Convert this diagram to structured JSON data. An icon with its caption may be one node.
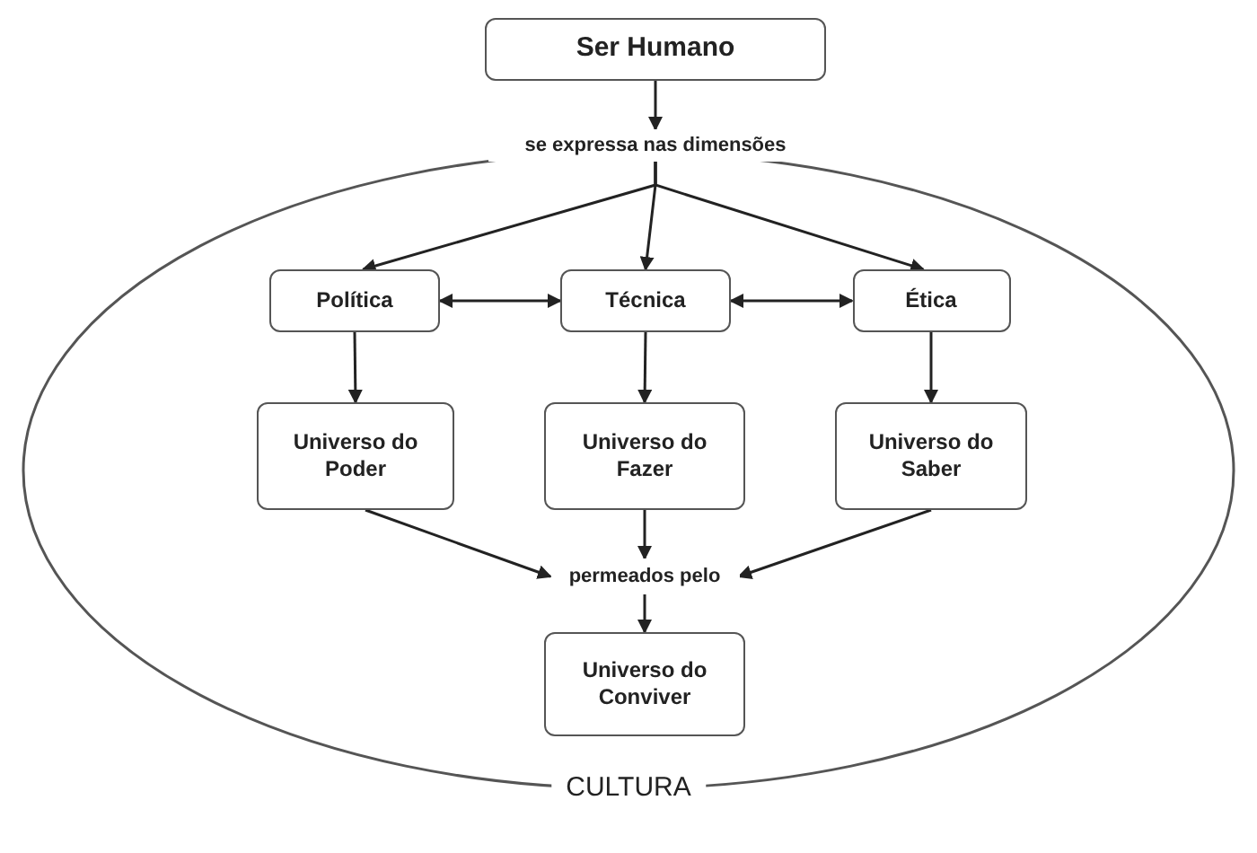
{
  "diagram": {
    "nodes": [
      {
        "text": [
          "Ser Humano"
        ]
      },
      {
        "text": [
          "CULTURA"
        ]
      },
      {
        "text": [
          "se expressa nas dimensões"
        ]
      },
      {
        "text": [
          "Política"
        ],
        "in": 1
      },
      {
        "text": [
          "Técnica"
        ],
        "in": 1
      },
      {
        "text": [
          "Ética"
        ],
        "in": 1
      },
      {
        "text": [
          "Universo do Poder"
        ],
        "in": 1
      },
      {
        "text": [
          "Universo do Fazer"
        ],
        "in": 1
      },
      {
        "text": [
          "Universo do Saber"
        ],
        "in": 1
      },
      {
        "text": [
          "permeados pelo"
        ],
        "in": 1
      },
      {
        "text": [
          "Universo do Conviver"
        ],
        "in": 1
      }
    ],
    "edges": [
      {
        "from": 0,
        "to": 2,
        "arrow": "to"
      },
      {
        "from": 2,
        "to": 3,
        "arrow": "to"
      },
      {
        "from": 2,
        "to": 4,
        "arrow": "to"
      },
      {
        "from": 2,
        "to": 5,
        "arrow": "to"
      },
      {
        "from": 3,
        "to": 4,
        "arrow": "both"
      },
      {
        "from": 4,
        "to": 5,
        "arrow": "both"
      },
      {
        "from": 3,
        "to": 6,
        "arrow": "to"
      },
      {
        "from": 4,
        "to": 7,
        "arrow": "to"
      },
      {
        "from": 5,
        "to": 8,
        "arrow": "to"
      },
      {
        "from": 6,
        "to": 9,
        "arrow": "to"
      },
      {
        "from": 7,
        "to": 9,
        "arrow": "to"
      },
      {
        "from": 8,
        "to": 9,
        "arrow": "to"
      },
      {
        "from": 9,
        "to": 10,
        "arrow": "to"
      }
    ]
  }
}
